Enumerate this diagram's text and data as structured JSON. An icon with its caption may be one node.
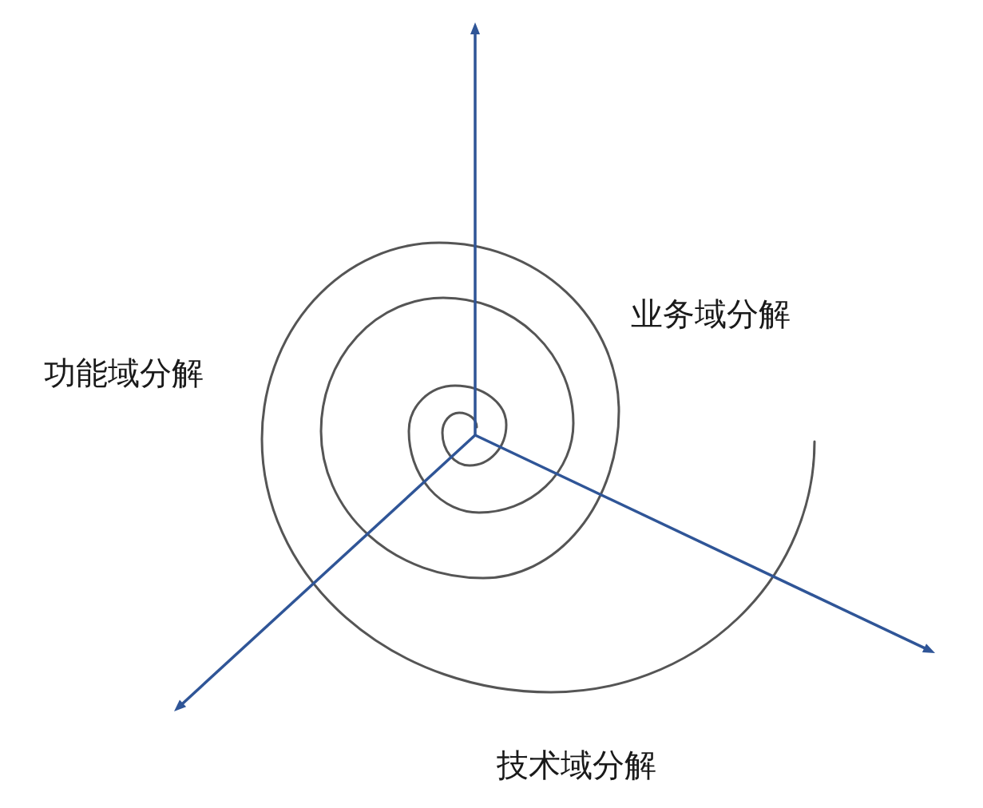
{
  "diagram": {
    "labels": [
      "业务域分解",
      "功能域分解",
      "技术域分解"
    ]
  }
}
